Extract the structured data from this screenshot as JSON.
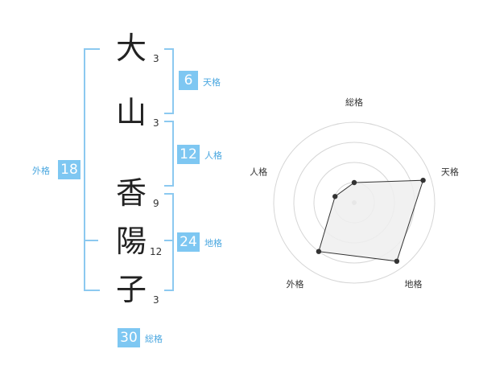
{
  "name": {
    "chars": [
      "大",
      "山",
      "香",
      "陽",
      "子"
    ],
    "strokes": [
      "3",
      "3",
      "9",
      "12",
      "3"
    ]
  },
  "fortunes": {
    "tenkaku": {
      "value": "6",
      "label": "天格"
    },
    "jinkaku": {
      "value": "12",
      "label": "人格"
    },
    "chikaku": {
      "value": "24",
      "label": "地格"
    },
    "gaikaku": {
      "value": "18",
      "label": "外格"
    },
    "soukaku": {
      "value": "30",
      "label": "総格"
    }
  },
  "chart_data": {
    "type": "radar",
    "axes": [
      "総格",
      "天格",
      "地格",
      "外格",
      "人格"
    ],
    "values": [
      0.25,
      0.9,
      0.9,
      0.75,
      0.25
    ],
    "rings": 4,
    "colors": {
      "fill": "#efefef",
      "line": "#333333",
      "grid": "#d6d6d6"
    }
  }
}
